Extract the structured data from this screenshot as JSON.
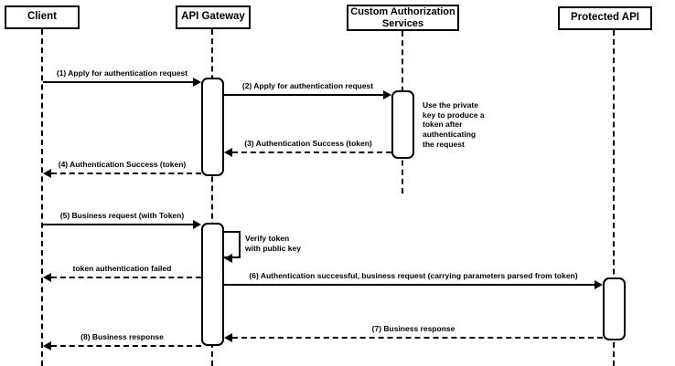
{
  "participants": [
    {
      "id": "client",
      "label": "Client"
    },
    {
      "id": "api-gateway",
      "label": "API Gateway"
    },
    {
      "id": "custom-authorization-services",
      "label": "Custom Authorization\nServices"
    },
    {
      "id": "protected-api",
      "label": "Protected API"
    }
  ],
  "messages": [
    {
      "from": "Client",
      "to": "API Gateway",
      "style": "solid",
      "label": "(1) Apply for authentication request"
    },
    {
      "from": "API Gateway",
      "to": "Custom Authorization Services",
      "style": "solid",
      "label": "(2) Apply for authentication request"
    },
    {
      "from": "Custom Authorization Services",
      "to": "API Gateway",
      "style": "dashed",
      "label": "(3) Authentication Success (token)"
    },
    {
      "from": "API Gateway",
      "to": "Client",
      "style": "dashed",
      "label": "(4) Authentication Success (token)"
    },
    {
      "from": "Client",
      "to": "API Gateway",
      "style": "solid",
      "label": "(5) Business request (with Token)"
    },
    {
      "from": "API Gateway",
      "to": "API Gateway",
      "style": "solid",
      "label": "Verify token\nwith public key"
    },
    {
      "from": "API Gateway",
      "to": "Client",
      "style": "dashed",
      "label": "token authentication failed"
    },
    {
      "from": "API Gateway",
      "to": "Protected API",
      "style": "solid",
      "label": "(6) Authentication successful, business request (carrying parameters parsed from token)"
    },
    {
      "from": "Protected API",
      "to": "API Gateway",
      "style": "dashed",
      "label": "(7) Business response"
    },
    {
      "from": "API Gateway",
      "to": "Client",
      "style": "dashed",
      "label": "(8) Business response"
    }
  ],
  "notes": [
    {
      "attached_to": "Custom Authorization Services",
      "text": "Use the private\nkey to produce a\ntoken after\nauthenticating\nthe request"
    }
  ],
  "colors": {
    "line": "#000000",
    "fill": "#ffffff",
    "background": "#ffffff"
  }
}
